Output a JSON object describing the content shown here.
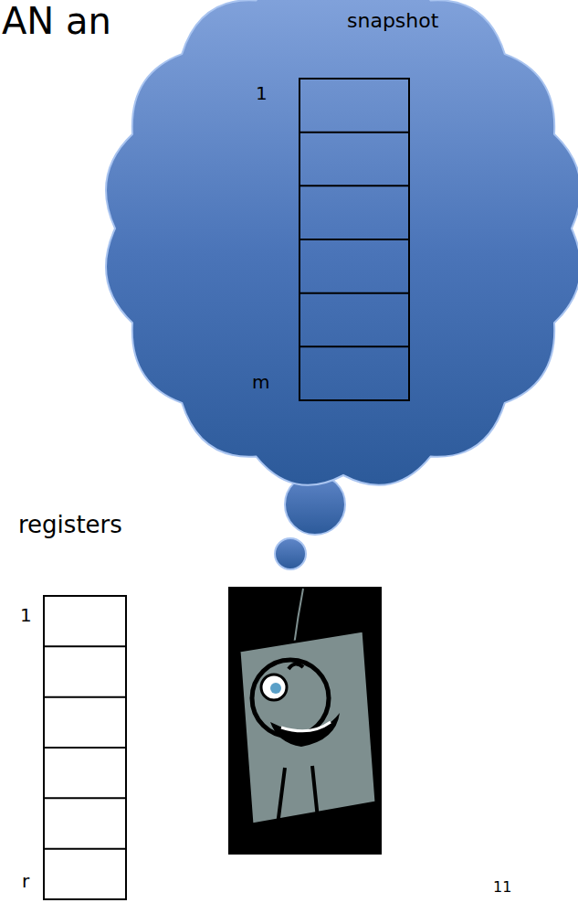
{
  "diagram": {
    "title": "AN an",
    "nodes": [
      {
        "text": [
          "snapshot"
        ]
      },
      {
        "text": [
          "1",
          "m"
        ],
        "in": 0
      },
      {
        "text": [
          "registers",
          "1",
          "r"
        ]
      }
    ],
    "labels": [
      "11"
    ]
  }
}
